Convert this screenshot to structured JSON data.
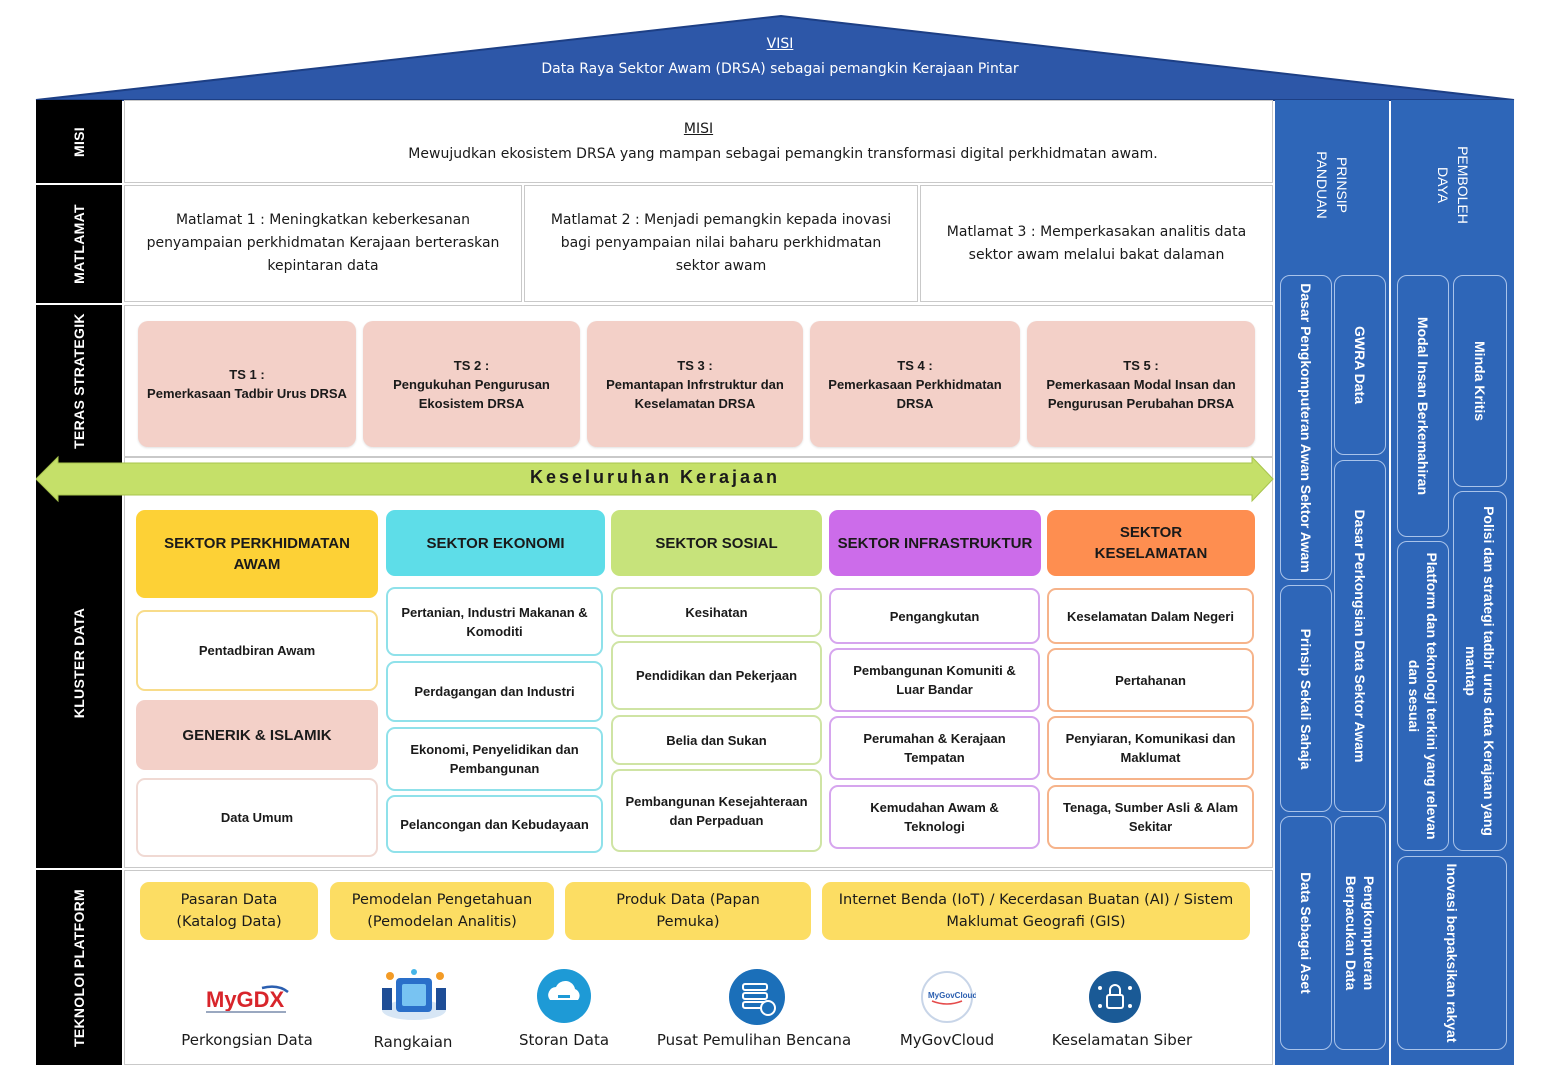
{
  "visi": {
    "heading": "VISI",
    "text": "Data Raya Sektor Awam (DRSA) sebagai pemangkin Kerajaan Pintar"
  },
  "rows": {
    "misi": "MISI",
    "matlamat": "MATLAMAT",
    "teras": "TERAS STRATEGIK",
    "kluster": "KLUSTER DATA",
    "teknologi": "TEKNOLOI PLATFORM"
  },
  "misi": {
    "heading": "MISI",
    "text": "Mewujudkan ekosistem DRSA yang mampan  sebagai pemangkin transformasi digital perkhidmatan awam."
  },
  "matlamat": [
    "Matlamat 1 : Meningkatkan keberkesanan penyampaian perkhidmatan Kerajaan berteraskan kepintaran data",
    "Matlamat 2 : Menjadi pemangkin kepada inovasi bagi penyampaian nilai baharu perkhidmatan sektor awam",
    "Matlamat 3 : Memperkasakan analitis data sektor awam melalui bakat dalaman"
  ],
  "teras": [
    {
      "code": "TS 1 :",
      "text": "Pemerkasaan Tadbir Urus DRSA"
    },
    {
      "code": "TS 2 :",
      "text": "Pengukuhan Pengurusan Ekosistem DRSA"
    },
    {
      "code": "TS 3 :",
      "text": "Pemantapan Infrstruktur dan Keselamatan DRSA"
    },
    {
      "code": "TS 4 :",
      "text": "Pemerkasaan Perkhidmatan DRSA"
    },
    {
      "code": "TS 5 :",
      "text": "Pemerkasaan Modal Insan dan Pengurusan Perubahan DRSA"
    }
  ],
  "arrow_label": "Keseluruhan Kerajaan",
  "sectors": {
    "perkhidmatan": {
      "title": "SEKTOR PERKHIDMATAN AWAM",
      "items": [
        "Pentadbiran Awam"
      ]
    },
    "generik": {
      "title": "GENERIK & ISLAMIK",
      "items": [
        "Data Umum"
      ]
    },
    "ekonomi": {
      "title": "SEKTOR EKONOMI",
      "items": [
        "Pertanian, Industri Makanan & Komoditi",
        "Perdagangan dan Industri",
        "Ekonomi, Penyelidikan dan Pembangunan",
        "Pelancongan dan Kebudayaan"
      ]
    },
    "sosial": {
      "title": "SEKTOR SOSIAL",
      "items": [
        "Kesihatan",
        "Pendidikan dan Pekerjaan",
        "Belia dan Sukan",
        "Pembangunan Kesejahteraan dan Perpaduan"
      ]
    },
    "infrastruktur": {
      "title": "SEKTOR INFRASTRUKTUR",
      "items": [
        "Pengangkutan",
        "Pembangunan Komuniti & Luar Bandar",
        "Perumahan & Kerajaan Tempatan",
        "Kemudahan Awam & Teknologi"
      ]
    },
    "keselamatan": {
      "title": "SEKTOR KESELAMATAN",
      "items": [
        "Keselamatan Dalam Negeri",
        "Pertahanan",
        "Penyiaran, Komunikasi dan Maklumat",
        "Tenaga, Sumber Asli & Alam Sekitar"
      ]
    }
  },
  "platforms": [
    "Pasaran Data (Katalog Data)",
    "Pemodelan Pengetahuan (Pemodelan Analitis)",
    "Produk Data (Papan Pemuka)",
    "Internet Benda (IoT) / Kecerdasan Buatan (AI) / Sistem Maklumat Geografi (GIS)"
  ],
  "tools": [
    {
      "label": "Perkongsian Data",
      "icon": "mygdx-logo"
    },
    {
      "label": "Rangkaian",
      "icon": "network-icon"
    },
    {
      "label": "Storan Data",
      "icon": "cloud-storage-icon"
    },
    {
      "label": "Pusat Pemulihan Bencana",
      "icon": "server-recovery-icon"
    },
    {
      "label": "MyGovCloud",
      "icon": "mygovcloud-logo"
    },
    {
      "label": "Keselamatan Siber",
      "icon": "cyber-lock-icon"
    }
  ],
  "mygdx_logo_text": "MyGDX",
  "mygovcloud_logo_text": "MyGovCloud",
  "prinsip": {
    "title": "PRINSIP PANDUAN",
    "items": [
      "Dasar Pengkomputeran Awan Sektor Awam",
      "GWRA Data",
      "Dasar Perkongsian Data Sektor Awam",
      "Prinsip Sekali Sahaja",
      "Data Sebagai Aset",
      "Pengkomputeran Berpacukan Data"
    ]
  },
  "pemboleh": {
    "title": "PEMBOLEH DAYA",
    "items": [
      "Modal Insan Berkemahiran",
      "Minda Kritis",
      "Polisi dan strategi tadbir urus data Kerajaan yang mantap",
      "Platform dan teknologi terkini yang relevan dan sesuai",
      "Inovasi berpaksikan rakyat"
    ]
  },
  "colors": {
    "roof": "#2d57a8",
    "right_columns": "#2e66b8",
    "teras_box": "#f3d0c8",
    "arrow": "#c5e069",
    "perkhidmatan": "#fdd136",
    "ekonomi": "#5edde8",
    "sosial": "#c7e37b",
    "infrastruktur": "#cc6cea",
    "keselamatan": "#fe8e50",
    "generik": "#f3d0c8",
    "platform": "#fcdd63"
  }
}
